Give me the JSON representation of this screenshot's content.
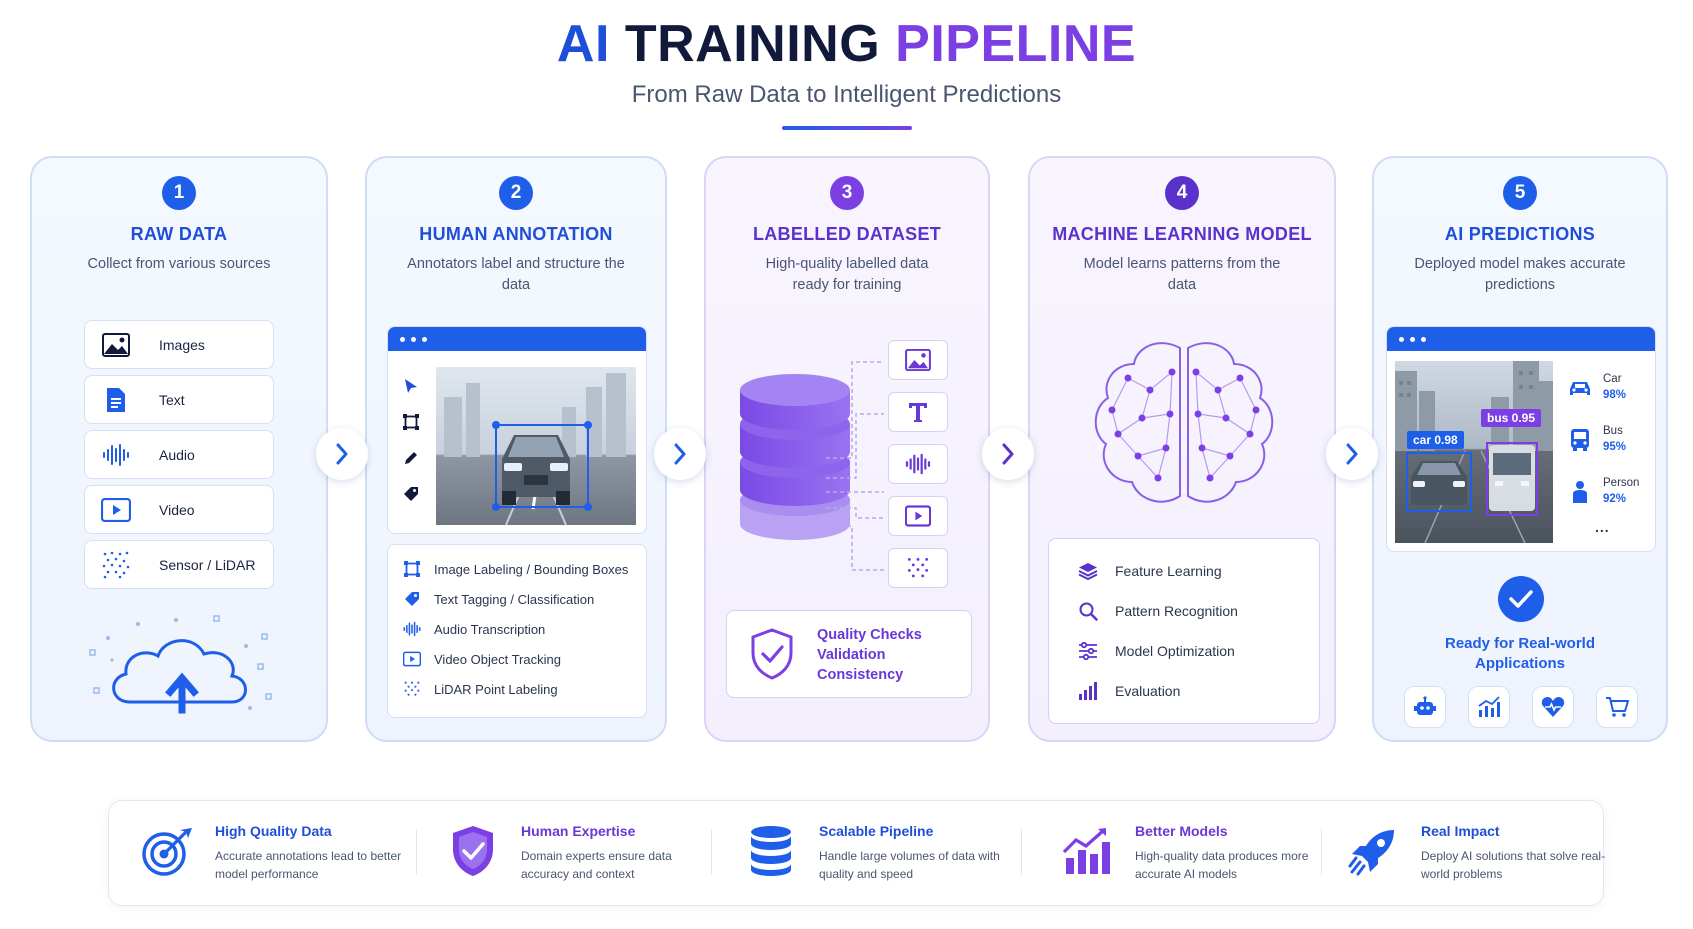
{
  "header": {
    "title_part1": "AI",
    "title_part2": "TRAINING",
    "title_part3": "PIPELINE",
    "subtitle": "From Raw Data to Intelligent Predictions"
  },
  "colors": {
    "blue": "#1f5ee8",
    "purple": "#7b3fe4",
    "navy": "#111a3a"
  },
  "steps": [
    {
      "num": "1",
      "title": "RAW DATA",
      "desc": "Collect from various sources",
      "items": [
        {
          "label": "Images",
          "icon": "image-icon"
        },
        {
          "label": "Text",
          "icon": "document-icon"
        },
        {
          "label": "Audio",
          "icon": "audio-wave-icon"
        },
        {
          "label": "Video",
          "icon": "video-play-icon"
        },
        {
          "label": "Sensor / LiDAR",
          "icon": "point-cloud-icon"
        }
      ]
    },
    {
      "num": "2",
      "title": "HUMAN ANNOTATION",
      "desc": "Annotators label and structure the data",
      "tasks": [
        {
          "label": "Image Labeling / Bounding Boxes",
          "icon": "bounding-box-icon"
        },
        {
          "label": "Text Tagging / Classification",
          "icon": "tag-icon"
        },
        {
          "label": "Audio Transcription",
          "icon": "audio-wave-icon"
        },
        {
          "label": "Video Object Tracking",
          "icon": "video-play-icon"
        },
        {
          "label": "LiDAR Point Labeling",
          "icon": "point-cloud-icon"
        }
      ]
    },
    {
      "num": "3",
      "title": "LABELLED DATASET",
      "desc": "High-quality labelled data ready for training",
      "quality": [
        "Quality Checks",
        "Validation",
        "Consistency"
      ]
    },
    {
      "num": "4",
      "title": "MACHINE LEARNING MODEL",
      "desc": "Model learns patterns from the data",
      "features": [
        {
          "label": "Feature Learning",
          "icon": "layers-icon"
        },
        {
          "label": "Pattern Recognition",
          "icon": "magnifier-icon"
        },
        {
          "label": "Model Optimization",
          "icon": "sliders-icon"
        },
        {
          "label": "Evaluation",
          "icon": "bar-chart-icon"
        }
      ]
    },
    {
      "num": "5",
      "title": "AI PREDICTIONS",
      "desc": "Deployed model makes accurate predictions",
      "detections": [
        {
          "label": "car 0.98"
        },
        {
          "label": "bus 0.95"
        }
      ],
      "predictions": [
        {
          "name": "Car",
          "pct": "98%",
          "icon": "car-icon"
        },
        {
          "name": "Bus",
          "pct": "95%",
          "icon": "bus-icon"
        },
        {
          "name": "Person",
          "pct": "92%",
          "icon": "person-icon"
        }
      ],
      "more": "...",
      "ready_line1": "Ready for Real-world",
      "ready_line2": "Applications"
    }
  ],
  "benefits": [
    {
      "title": "High Quality Data",
      "desc": "Accurate annotations lead to better model performance",
      "icon": "target-icon"
    },
    {
      "title": "Human Expertise",
      "desc": "Domain experts ensure data accuracy and context",
      "icon": "shield-check-icon"
    },
    {
      "title": "Scalable Pipeline",
      "desc": "Handle large volumes of data with quality and speed",
      "icon": "database-icon"
    },
    {
      "title": "Better Models",
      "desc": "High-quality data produces more accurate AI models",
      "icon": "growth-chart-icon"
    },
    {
      "title": "Real Impact",
      "desc": "Deploy AI solutions that solve real-world problems",
      "icon": "rocket-icon"
    }
  ]
}
